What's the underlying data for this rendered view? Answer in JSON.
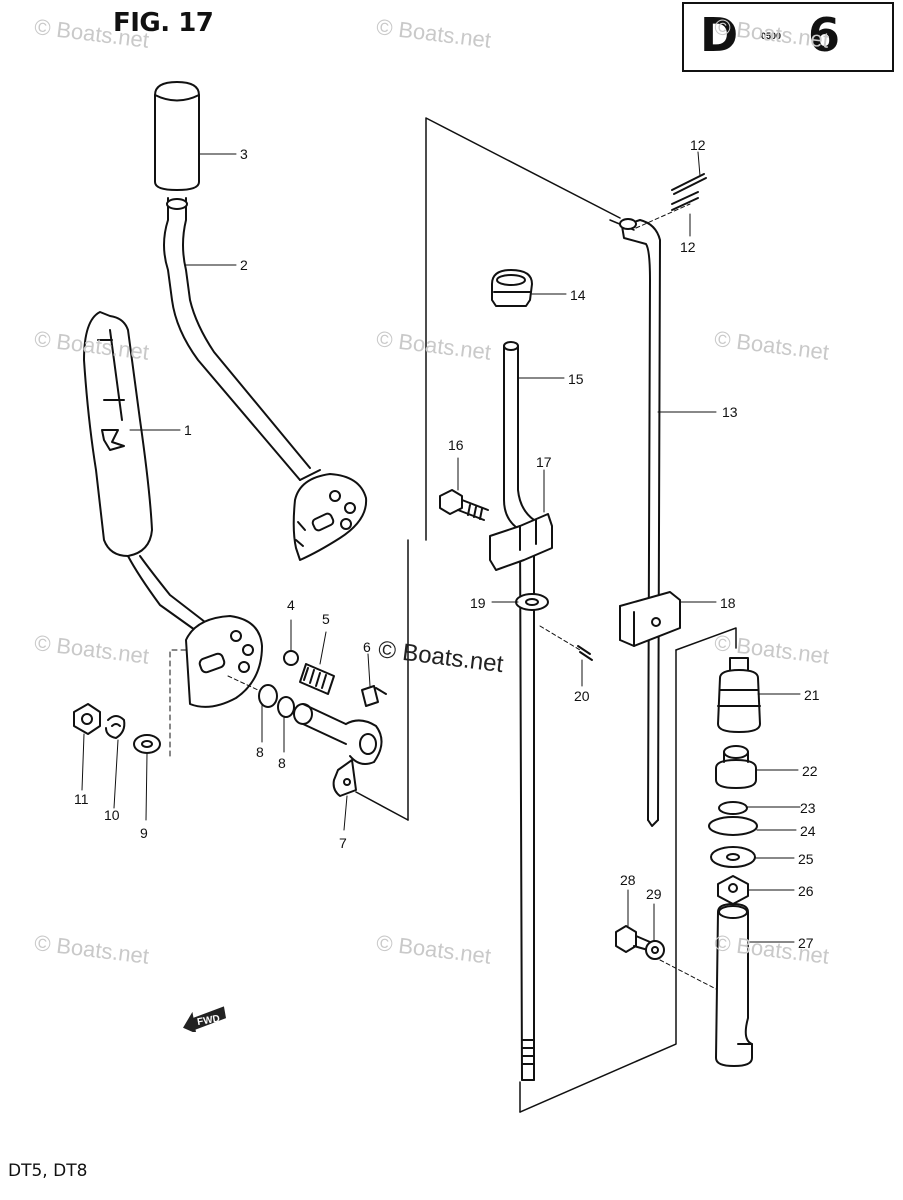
{
  "figure": {
    "title": "FIG. 17",
    "section_letter": "D",
    "section_sub": "0500",
    "section_number": "6",
    "models": "DT5, DT8",
    "direction_marker": "FWD"
  },
  "watermark": {
    "text": "© Boats.net",
    "center_text": "© Boats.net"
  },
  "callouts": [
    "1",
    "2",
    "3",
    "4",
    "5",
    "6",
    "7",
    "8",
    "8",
    "9",
    "10",
    "11",
    "12",
    "12",
    "13",
    "14",
    "15",
    "16",
    "17",
    "18",
    "19",
    "20",
    "21",
    "22",
    "23",
    "24",
    "25",
    "26",
    "27",
    "28",
    "29"
  ]
}
